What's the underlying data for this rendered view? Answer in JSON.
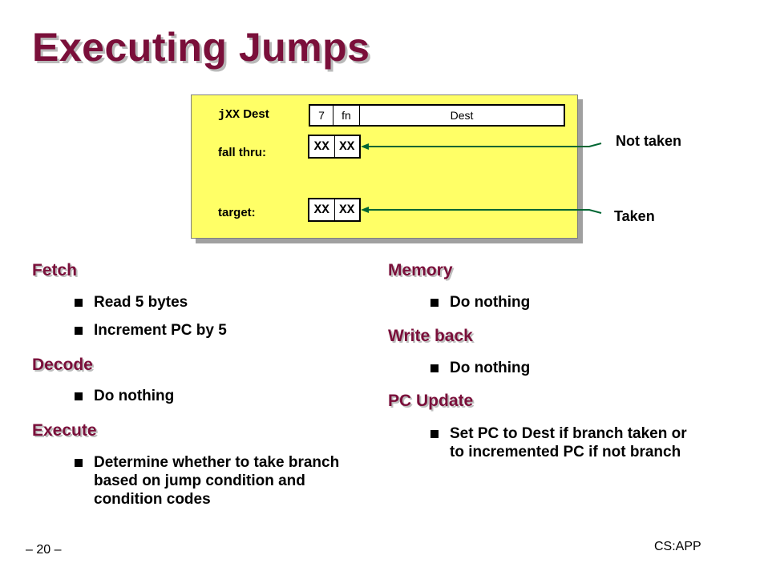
{
  "title": "Executing Jumps",
  "diagram": {
    "instr_mnemonic": "jXX",
    "instr_operand": "Dest",
    "fields": [
      "7",
      "fn",
      "Dest"
    ],
    "fall_thru_label": "fall thru:",
    "target_label": "target:",
    "byte_value": "XX",
    "not_taken_label": "Not taken",
    "taken_label": "Taken"
  },
  "left_stages": {
    "fetch": {
      "heading": "Fetch",
      "items": [
        "Read 5 bytes",
        "Increment PC by 5"
      ]
    },
    "decode": {
      "heading": "Decode",
      "items": [
        "Do nothing"
      ]
    },
    "execute": {
      "heading": "Execute",
      "items": [
        "Determine whether to take branch based on jump condition and condition codes"
      ]
    }
  },
  "right_stages": {
    "memory": {
      "heading": "Memory",
      "items": [
        "Do nothing"
      ]
    },
    "write_back": {
      "heading": "Write back",
      "items": [
        "Do nothing"
      ]
    },
    "pc_update": {
      "heading": "PC Update",
      "items": [
        "Set PC to Dest if branch taken or to incremented PC if not branch"
      ]
    }
  },
  "footer": {
    "page": "– 20 –",
    "source": "CS:APP"
  },
  "colors": {
    "heading": "#7a0f3a",
    "panel": "#ffff66",
    "arrow": "#006633"
  }
}
